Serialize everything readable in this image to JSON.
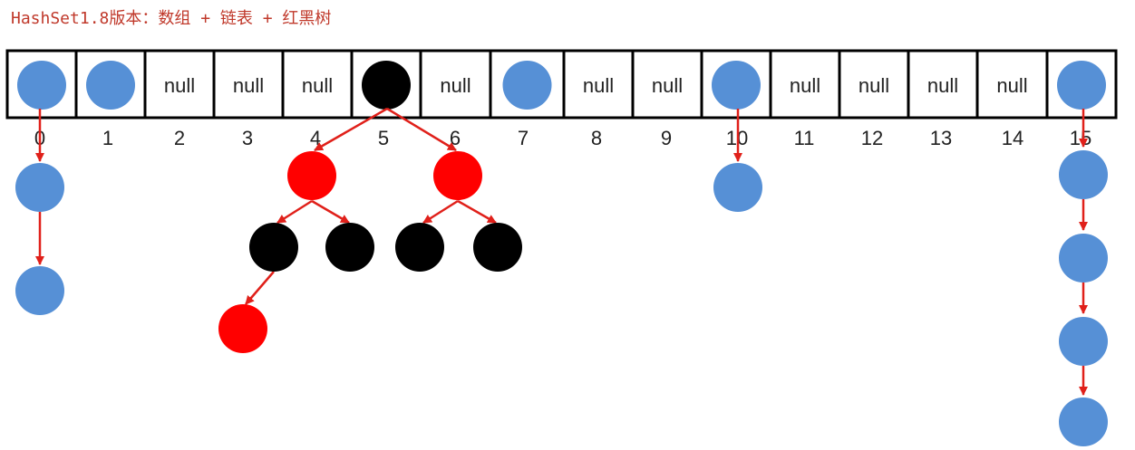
{
  "title": "HashSet1.8版本：数组 + 链表 + 红黑树",
  "colors": {
    "node": "#5690d6",
    "red_node": "#ff0000",
    "black_node": "#000000",
    "arrow": "#e0201a",
    "border": "#000000"
  },
  "array": {
    "cells": [
      {
        "index": "0",
        "content": "node"
      },
      {
        "index": "1",
        "content": "node"
      },
      {
        "index": "2",
        "content": "null"
      },
      {
        "index": "3",
        "content": "null"
      },
      {
        "index": "4",
        "content": "null"
      },
      {
        "index": "5",
        "content": "black-node"
      },
      {
        "index": "6",
        "content": "null"
      },
      {
        "index": "7",
        "content": "node"
      },
      {
        "index": "8",
        "content": "null"
      },
      {
        "index": "9",
        "content": "null"
      },
      {
        "index": "10",
        "content": "node"
      },
      {
        "index": "11",
        "content": "null"
      },
      {
        "index": "12",
        "content": "null"
      },
      {
        "index": "13",
        "content": "null"
      },
      {
        "index": "14",
        "content": "null"
      },
      {
        "index": "15",
        "content": "node"
      }
    ]
  }
}
